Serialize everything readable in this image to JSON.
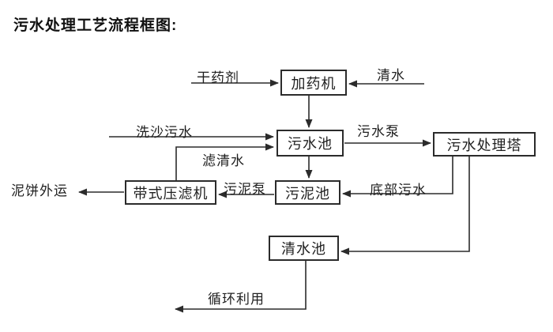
{
  "title": "污水处理工艺流程框图:",
  "diagram": {
    "type": "flowchart",
    "nodes": [
      {
        "id": "dosing-machine",
        "label": "加药机"
      },
      {
        "id": "sewage-pool",
        "label": "污水池"
      },
      {
        "id": "treatment-tower",
        "label": "污水处理塔"
      },
      {
        "id": "belt-filter-press",
        "label": "带式压滤机"
      },
      {
        "id": "sludge-pool",
        "label": "污泥池"
      },
      {
        "id": "clean-water-pool",
        "label": "清水池"
      }
    ],
    "edge_labels": [
      {
        "id": "dry-chemical",
        "label": "干药剂"
      },
      {
        "id": "clean-water",
        "label": "清水"
      },
      {
        "id": "sand-washing-sewage",
        "label": "洗沙污水"
      },
      {
        "id": "sewage-pump",
        "label": "污水泵"
      },
      {
        "id": "filtered-water",
        "label": "滤清水"
      },
      {
        "id": "mud-cake-out",
        "label": "泥饼外运"
      },
      {
        "id": "sludge-pump",
        "label": "污泥泵"
      },
      {
        "id": "bottom-sewage",
        "label": "底部污水"
      },
      {
        "id": "recycling",
        "label": "循环利用"
      }
    ],
    "colors": {
      "line": "#2b2b2b",
      "box_border": "#2b2b2b",
      "box_fill": "#ffffff",
      "text": "#1f1f1f",
      "background": "#ffffff"
    }
  }
}
